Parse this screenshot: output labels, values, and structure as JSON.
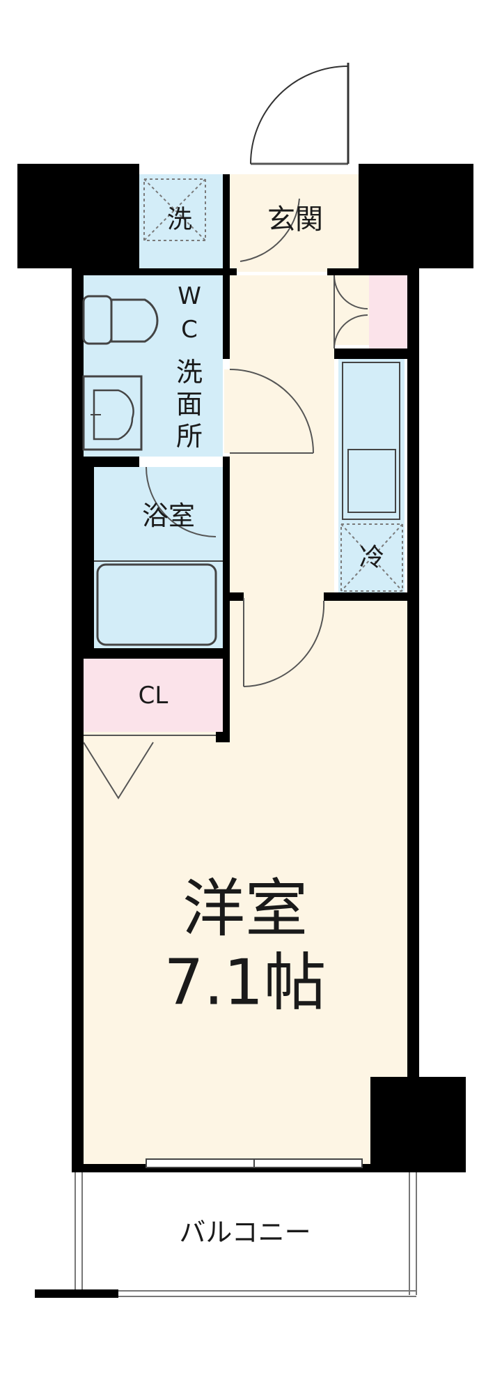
{
  "rooms": {
    "laundry": "洗",
    "entrance": "玄関",
    "wc": [
      "W",
      "C",
      "洗",
      "面",
      "所"
    ],
    "bath": "浴室",
    "fridge": "冷",
    "closet": "CL",
    "western_room_name": "洋室",
    "western_room_size": "7.1帖",
    "balcony": "バルコニー"
  },
  "colors": {
    "wall": "#000000",
    "floor": "#fdf5e4",
    "wet_area": "#d3edf8",
    "storage": "#fbe3ea",
    "line": "#7a7a7a"
  }
}
